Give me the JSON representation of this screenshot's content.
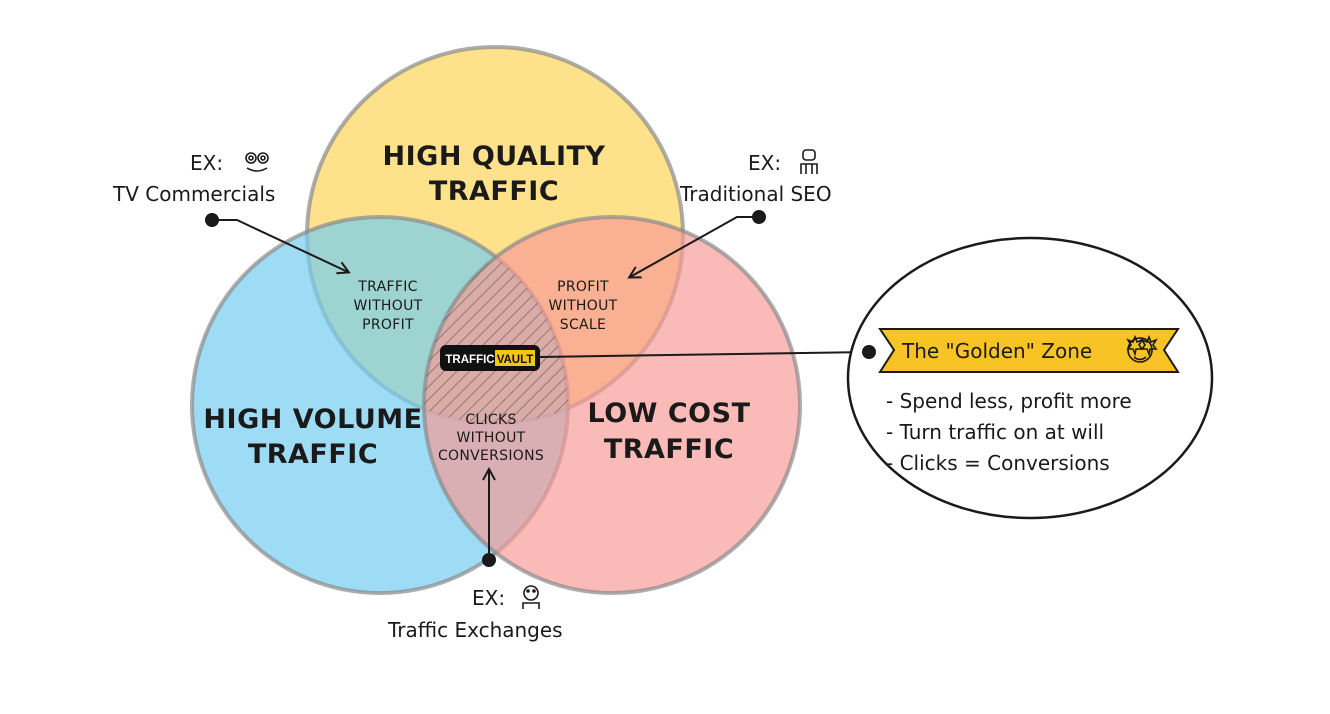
{
  "circles": {
    "top": {
      "line1": "HIGH QUALITY",
      "line2": "TRAFFIC",
      "color": "#fcd86a"
    },
    "left": {
      "line1": "HIGH VOLUME",
      "line2": "TRAFFIC",
      "color": "#74cdf0"
    },
    "right": {
      "line1": "LOW COST",
      "line2": "TRAFFIC",
      "color": "#f89a95"
    }
  },
  "overlaps": {
    "top_left": [
      "TRAFFIC",
      "WITHOUT",
      "PROFIT"
    ],
    "top_right": [
      "PROFIT",
      "WITHOUT",
      "SCALE"
    ],
    "bottom": [
      "CLICKS",
      "WITHOUT",
      "CONVERSIONS"
    ]
  },
  "center_logo": {
    "part1": "TRAFFIC",
    "part2": "VAULT",
    "accent": "#f5c518"
  },
  "examples": {
    "top_left": {
      "prefix": "EX:",
      "icon": "tv-icon",
      "text": "TV Commercials"
    },
    "top_right": {
      "prefix": "EX:",
      "icon": "robot-icon",
      "text": "Traditional SEO"
    },
    "bottom": {
      "prefix": "EX:",
      "icon": "puzzled-face-icon",
      "text": "Traffic Exchanges"
    }
  },
  "golden_zone": {
    "title": "The \"Golden\" Zone",
    "icon": "star-eyes-face-icon",
    "banner_color": "#f7c325",
    "bullets": [
      "- Spend less, profit more",
      "- Turn traffic on at will",
      "- Clicks = Conversions"
    ]
  }
}
